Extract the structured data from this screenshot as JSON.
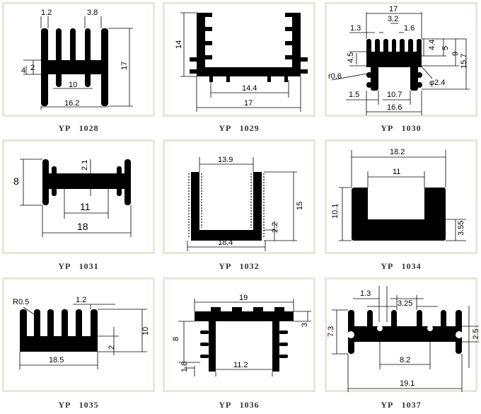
{
  "panels": [
    {
      "model": "YP  1028",
      "dims": [
        "1.2",
        "3.8",
        "4",
        "2",
        "17",
        "10",
        "16.2"
      ]
    },
    {
      "model": "YP  1029",
      "dims": [
        "14",
        "14.4",
        "17"
      ]
    },
    {
      "model": "YP  1030",
      "dims": [
        "17",
        "3.2",
        "1.3",
        "1.6",
        "4.4",
        "5",
        "9",
        "15.7",
        "4.5",
        "r0.6",
        "φ2.4",
        "1.5",
        "10.7",
        "16.6"
      ]
    },
    {
      "model": "YP  1031",
      "dims": [
        "8",
        "2.1",
        "11",
        "18"
      ]
    },
    {
      "model": "YP  1032",
      "dims": [
        "13.9",
        "15",
        "2.2",
        "18.4"
      ]
    },
    {
      "model": "YP  1034",
      "dims": [
        "18.2",
        "11",
        "10.1",
        "3.55"
      ]
    },
    {
      "model": "YP  1035",
      "dims": [
        "R0.5",
        "1.2",
        "10",
        "2",
        "18.5"
      ]
    },
    {
      "model": "YP  1036",
      "dims": [
        "19",
        "8",
        "3",
        "1.8",
        "11.2"
      ]
    },
    {
      "model": "YP  1037",
      "dims": [
        "1.3",
        "3.25",
        "7.3",
        "2.5",
        "8.2",
        "19.1"
      ]
    }
  ]
}
